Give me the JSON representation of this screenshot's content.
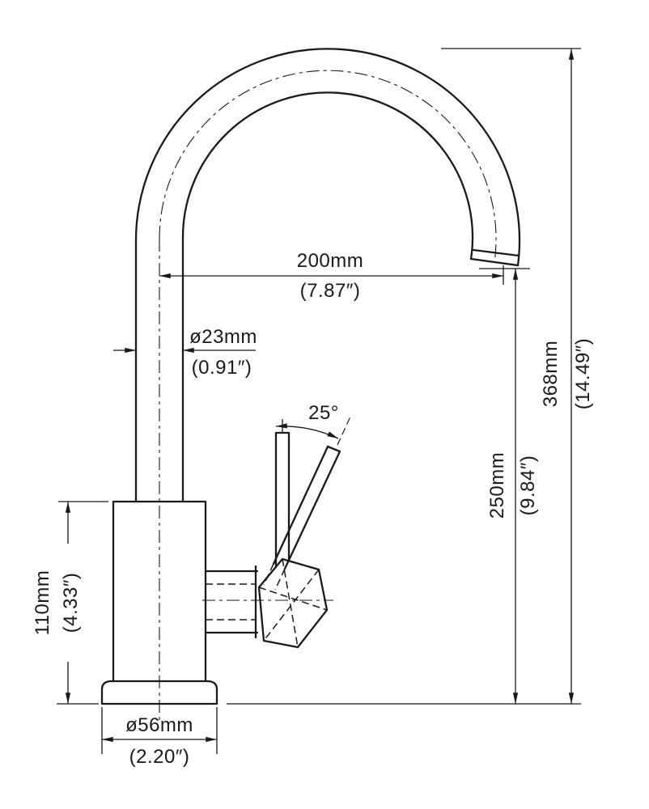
{
  "dimensions": {
    "spout_reach": {
      "metric": "200mm",
      "imperial": "(7.87″)"
    },
    "spout_diameter": {
      "metric": "ø23mm",
      "imperial": "(0.91″)"
    },
    "handle_angle": {
      "value": "25°"
    },
    "overall_height": {
      "metric": "368mm",
      "imperial": "(14.49″)"
    },
    "outlet_height": {
      "metric": "250mm",
      "imperial": "(9.84″)"
    },
    "body_height": {
      "metric": "110mm",
      "imperial": "(4.33″)"
    },
    "base_diameter": {
      "metric": "ø56mm",
      "imperial": "(2.20″)"
    }
  },
  "colors": {
    "line": "#1a1a1a",
    "background": "#ffffff"
  }
}
